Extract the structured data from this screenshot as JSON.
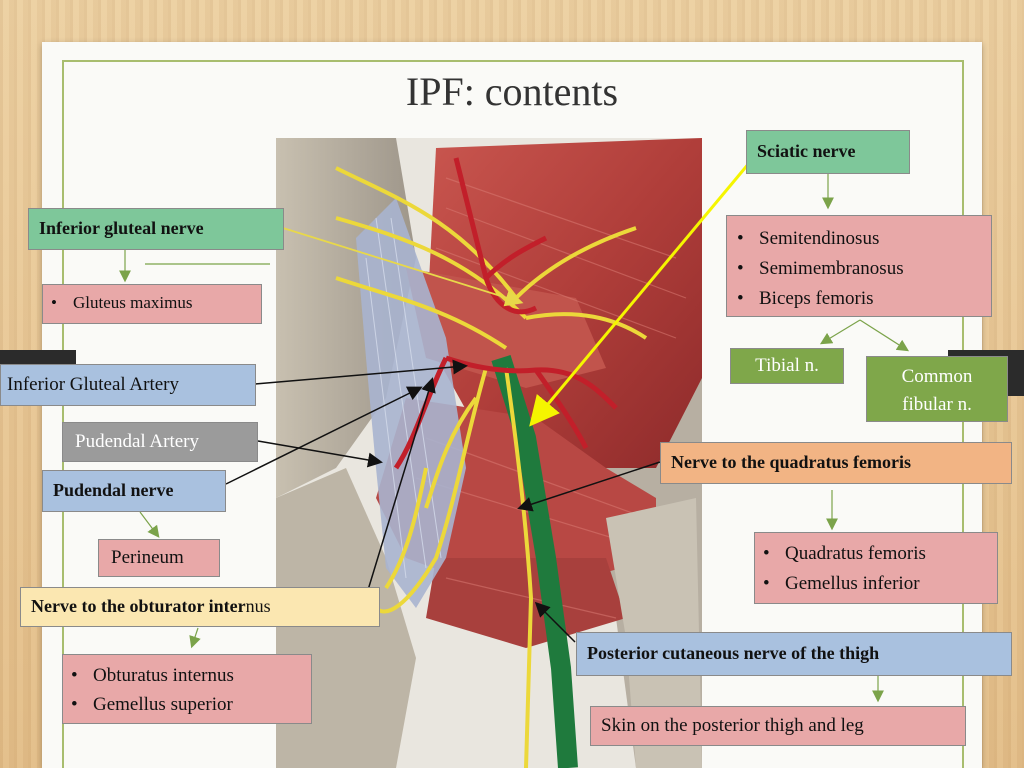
{
  "title": "IPF: contents",
  "labels": {
    "sciatic_nerve": "Sciatic nerve",
    "sciatic_targets": [
      "Semitendinosus",
      "Semimembranosus",
      "Biceps femoris"
    ],
    "tibial": "Tibial n.",
    "common_fibular_1": "Common",
    "common_fibular_2": "fibular n.",
    "inferior_gluteal_nerve": "Inferior gluteal nerve",
    "gluteus_maximus": "Gluteus maximus",
    "inferior_gluteal_artery": "Inferior Gluteal Artery",
    "pudendal_artery": "Pudendal Artery",
    "pudendal_nerve": "Pudendal nerve",
    "perineum": "Perineum",
    "nerve_obturator_bold": "Nerve to the obturator inter",
    "nerve_obturator_rest": "nus",
    "obturator_targets": [
      "Obturatus internus",
      "Gemellus superior"
    ],
    "nerve_quadratus": "Nerve to the quadratus femoris",
    "quadratus_targets": [
      "Quadratus femoris",
      "Gemellus inferior"
    ],
    "posterior_cutaneous": "Posterior cutaneous nerve of the thigh",
    "skin": "Skin on the posterior thigh and leg"
  },
  "colors": {
    "sciatic_arrow": "#f5f500",
    "label_pink": "#e8a8a8",
    "label_green": "#7ec79a",
    "label_blue": "#a9c1df",
    "label_orange": "#f2b484",
    "label_cream": "#fbe7b1",
    "label_olive": "#7fa74a",
    "frame": "#a8bd6e"
  }
}
